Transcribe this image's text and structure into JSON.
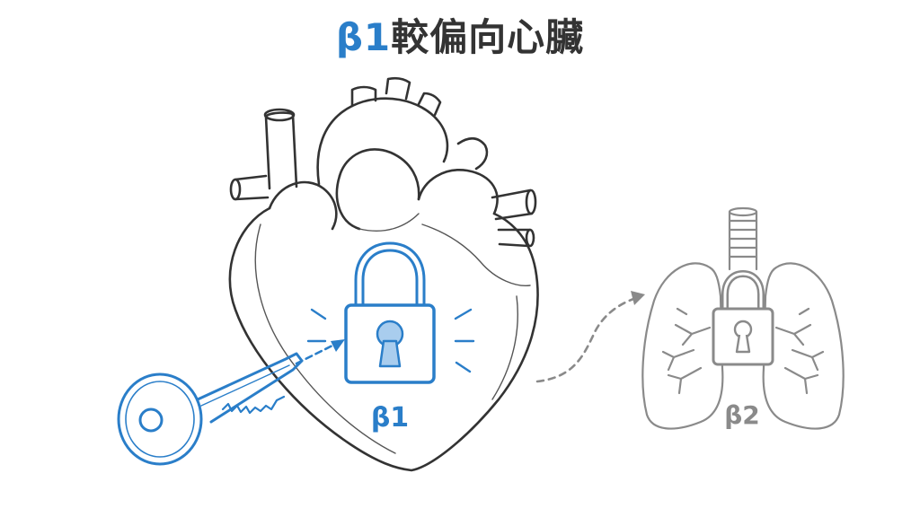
{
  "title": {
    "accent": "β1",
    "rest": "較偏向心臟",
    "accent_color": "#2a7ec9",
    "text_color": "#333333"
  },
  "heart_lock": {
    "label": "β1",
    "color": "#2a7ec9",
    "icon": "padlock-icon"
  },
  "lung_lock": {
    "label": "β2",
    "color": "#8a8a8a",
    "icon": "padlock-icon"
  },
  "key": {
    "icon": "key-icon",
    "color": "#2a7ec9"
  },
  "organs": {
    "heart_icon": "heart-icon",
    "lungs_icon": "lungs-icon"
  }
}
